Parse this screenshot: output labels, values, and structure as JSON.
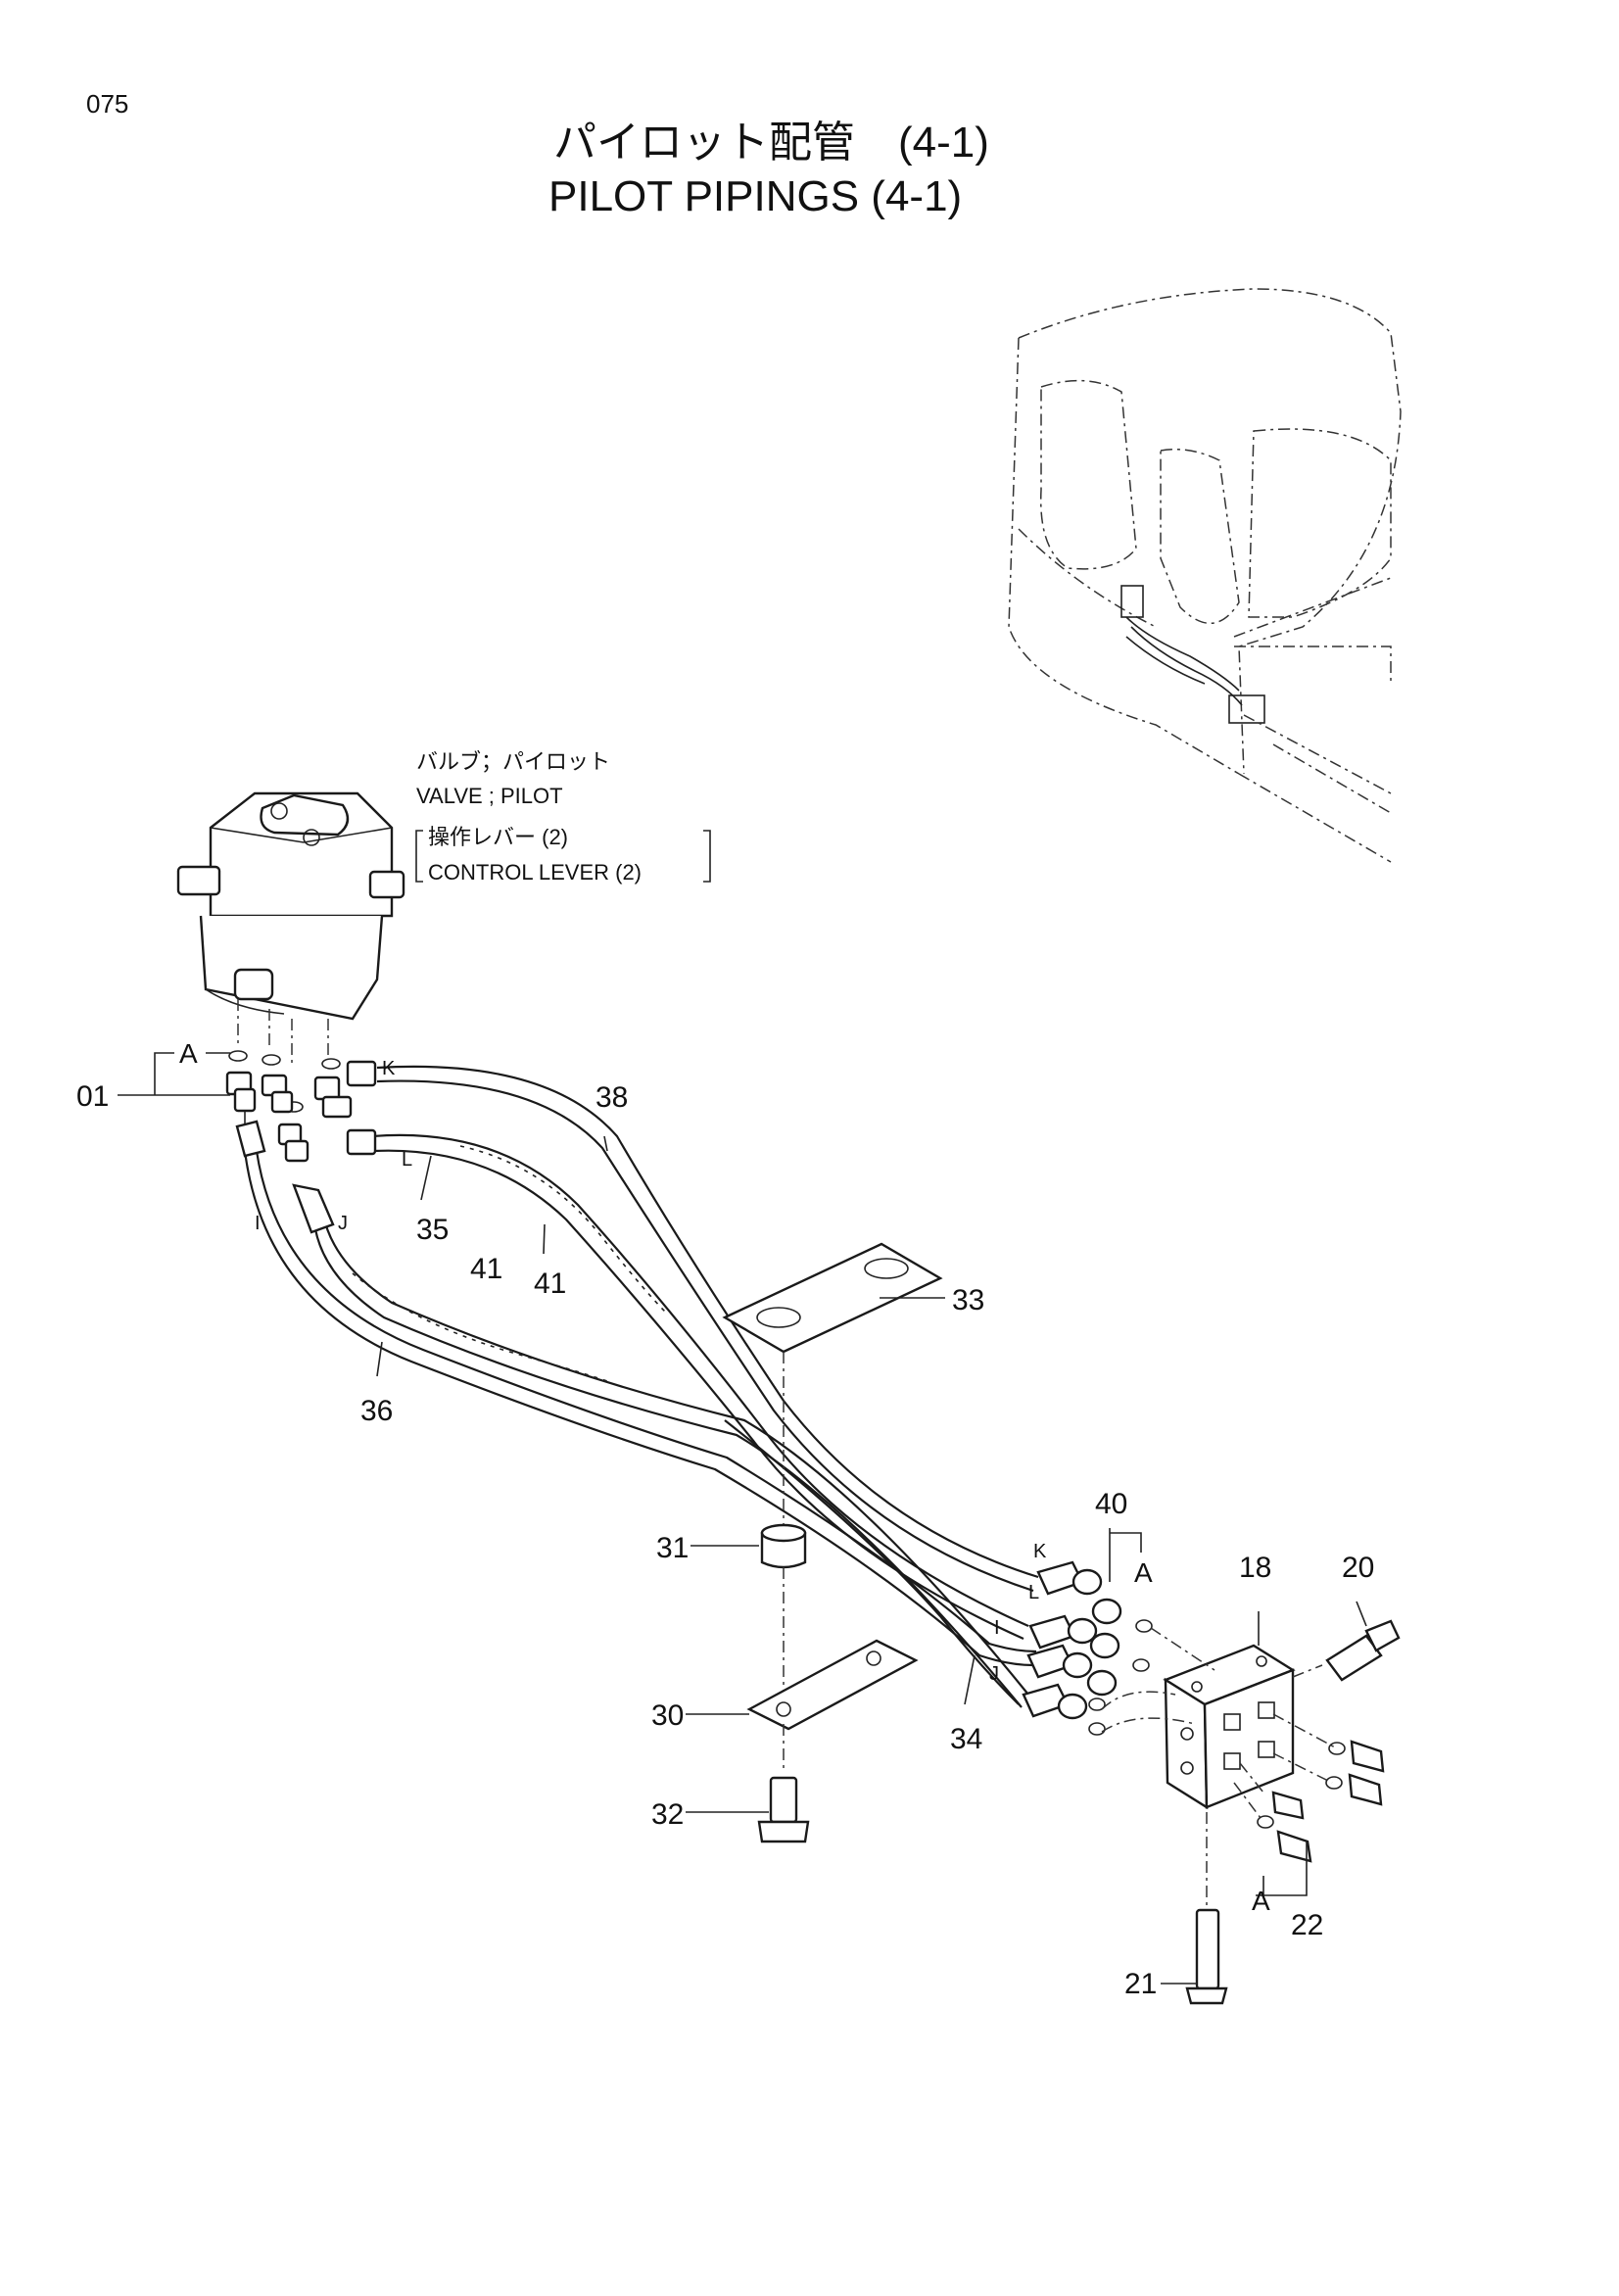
{
  "page_number": "075",
  "title_jp": "パイロット配管　(4-1)",
  "title_en": "PILOT PIPINGS (4-1)",
  "valve_label": {
    "jp": "バルブ；パイロット",
    "en": "VALVE ; PILOT",
    "sub_jp": "操作レバー (2)",
    "sub_en": "CONTROL LEVER (2)"
  },
  "callouts": {
    "p01": "01",
    "p18": "18",
    "p20": "20",
    "p21": "21",
    "p22": "22",
    "p30": "30",
    "p31": "31",
    "p32": "32",
    "p33": "33",
    "p34": "34",
    "p35": "35",
    "p36": "36",
    "p38": "38",
    "p40": "40",
    "p41a": "41",
    "p41b": "41"
  },
  "letters": {
    "A_left": "A",
    "A_mid": "A",
    "A_low": "A",
    "K_top": "K",
    "L_top": "L",
    "I_top": "I",
    "J_top": "J",
    "K_end": "K",
    "L_end": "L",
    "I_end": "I",
    "J_end": "J"
  }
}
